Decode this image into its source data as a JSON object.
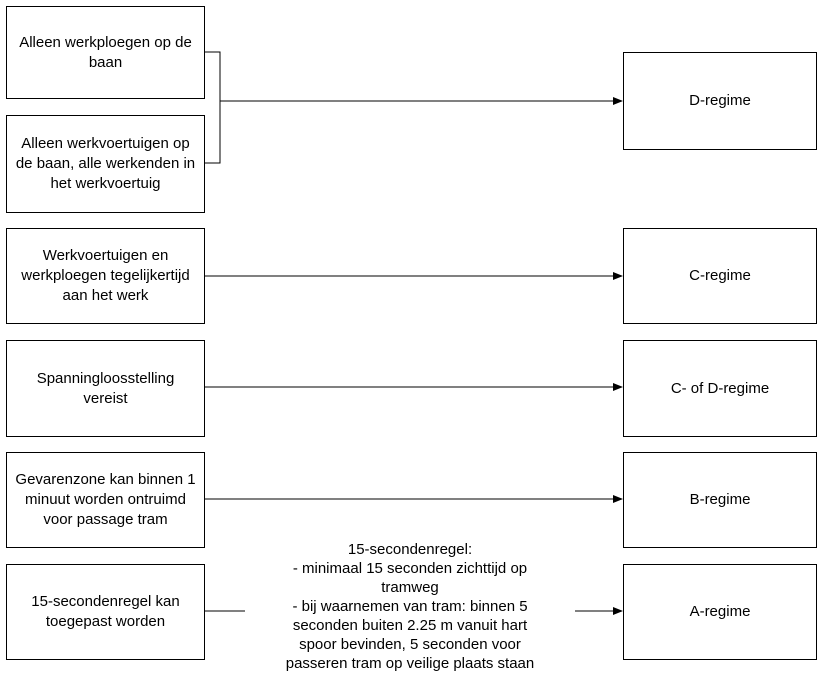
{
  "conditions": {
    "werkploegen": "Alleen werkploegen op de baan",
    "werkvoertuigen": "Alleen werkvoertuigen op de baan, alle werkenden in het werkvoertuig",
    "gelijktijdig": "Werkvoertuigen en werkploegen tegelijkertijd aan het werk",
    "spanning": "Spanningloosstelling vereist",
    "gevarenzone": "Gevarenzone kan binnen 1 minuut worden ontruimd voor passage tram",
    "vijftien": "15-secondenregel kan toegepast worden"
  },
  "regimes": {
    "d": "D-regime",
    "c": "C-regime",
    "c_or_d": "C- of D-regime",
    "b": "B-regime",
    "a": "A-regime"
  },
  "note": {
    "title": "15-secondenregel:",
    "line1": "- minimaal 15 seconden zichttijd op",
    "line2": "tramweg",
    "line3": "- bij waarnemen van tram: binnen 5",
    "line4": "seconden buiten 2.25 m vanuit hart",
    "line5": "spoor bevinden, 5 seconden voor",
    "line6": "passeren tram op veilige plaats staan"
  }
}
